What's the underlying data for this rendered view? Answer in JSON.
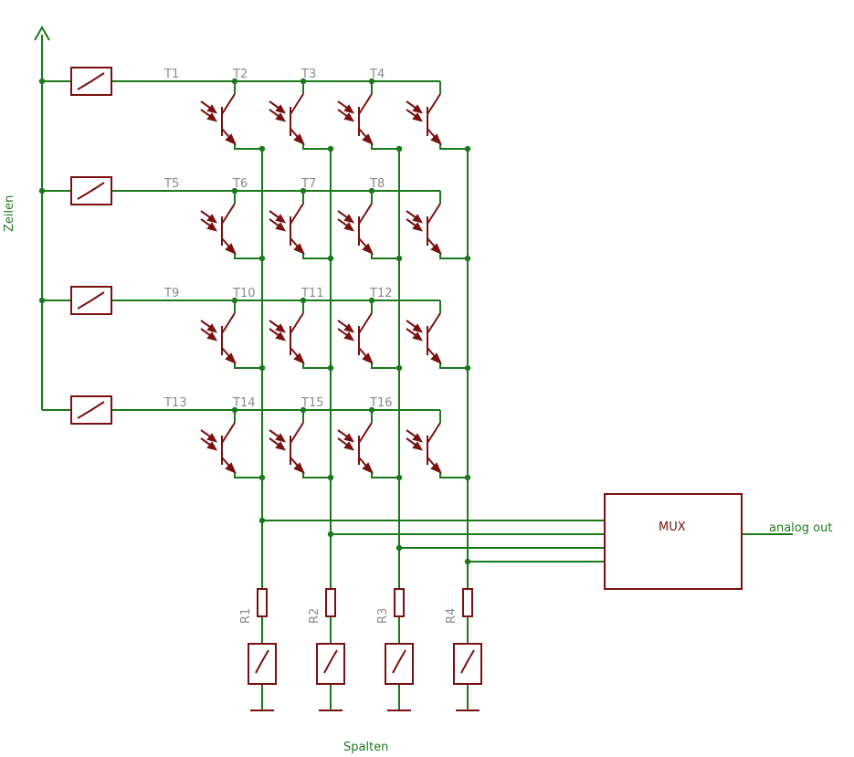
{
  "labels": {
    "rows_label": "Zeilen",
    "columns_label": "Spalten",
    "mux_label": "MUX",
    "output_label": "analog out"
  },
  "transistors": [
    "T1",
    "T2",
    "T3",
    "T4",
    "T5",
    "T6",
    "T7",
    "T8",
    "T9",
    "T10",
    "T11",
    "T12",
    "T13",
    "T14",
    "T15",
    "T16"
  ],
  "resistors": [
    "R1",
    "R2",
    "R3",
    "R4"
  ],
  "colors": {
    "wire": "#1a7a1a",
    "component": "#7a1010",
    "label_gray": "#8a8a8a"
  }
}
